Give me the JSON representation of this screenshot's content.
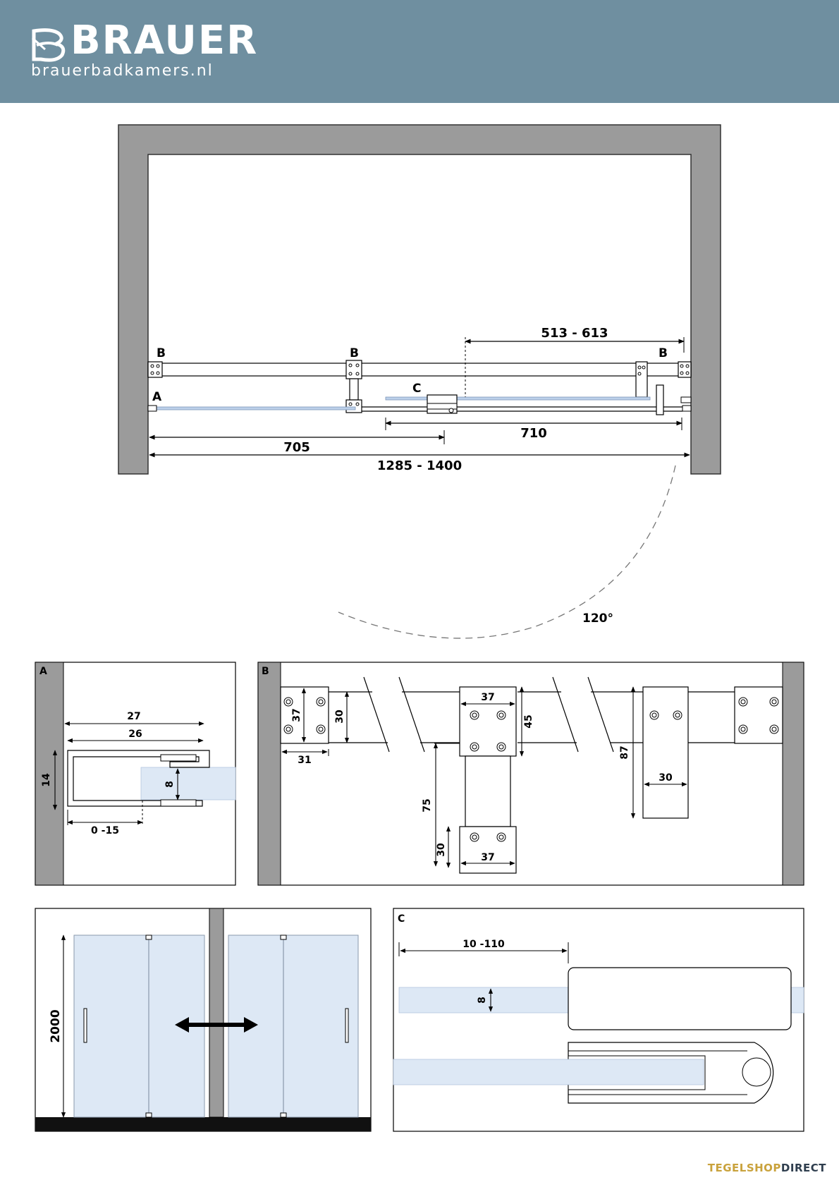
{
  "header": {
    "brand_name": "BRAUER",
    "website": "brauerbadkamers.nl",
    "background_color": "#6f8fa0"
  },
  "top_view": {
    "label_b_left": "B",
    "label_b_middle": "B",
    "label_b_right": "B",
    "label_a": "A",
    "label_c": "C",
    "dim_adjust": "513 - 613",
    "dim_710": "710",
    "dim_705": "705",
    "dim_total": "1285 - 1400",
    "angle": "120°"
  },
  "detail_a": {
    "title": "A",
    "dim_27": "27",
    "dim_26": "26",
    "dim_14": "14",
    "dim_8": "8",
    "dim_0_15": "0 -15"
  },
  "detail_b": {
    "title": "B",
    "dim_37_left": "37",
    "dim_30_left": "30",
    "dim_31": "31",
    "dim_37_top": "37",
    "dim_45": "45",
    "dim_75": "75",
    "dim_30_bottom": "30",
    "dim_37_bottom": "37",
    "dim_87": "87",
    "dim_30_right": "30"
  },
  "front_view": {
    "dim_height": "2000"
  },
  "detail_c": {
    "title": "C",
    "dim_10_110": "10 -110",
    "dim_8": "8"
  },
  "footer": {
    "brand_part1": "TEGELSHOP",
    "brand_part2": "DIRECT"
  },
  "colors": {
    "wall": "#9b9b9b",
    "glass": "#dde8f5",
    "accent_gold": "#c9a23c",
    "accent_dark": "#2f3e4e"
  }
}
